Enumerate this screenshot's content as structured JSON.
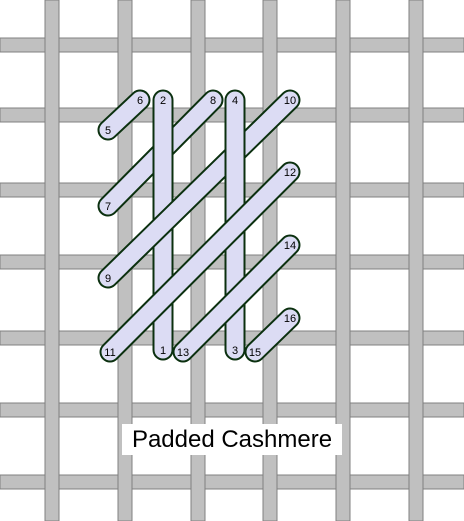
{
  "colors": {
    "canvas_thread_fill": "#c0c0c0",
    "canvas_thread_outline": "#808080",
    "stitch_fill": "#dcdcf4",
    "stitch_outline": "#0b300f",
    "label_color": "#000000"
  },
  "caption": "Padded Cashmere",
  "stitches": [
    {
      "start": "1",
      "end": "2"
    },
    {
      "start": "3",
      "end": "4"
    },
    {
      "start": "5",
      "end": "6"
    },
    {
      "start": "7",
      "end": "8"
    },
    {
      "start": "9",
      "end": "10"
    },
    {
      "start": "11",
      "end": "12"
    },
    {
      "start": "13",
      "end": "14"
    },
    {
      "start": "15",
      "end": "16"
    }
  ]
}
